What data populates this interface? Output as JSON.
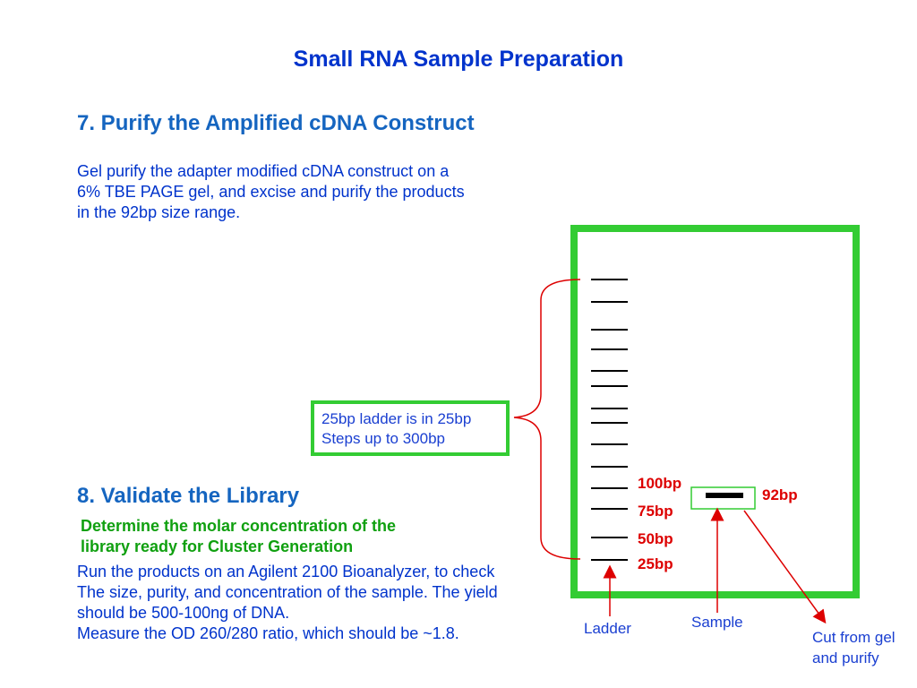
{
  "title": "Small RNA Sample Preparation",
  "step7": {
    "heading": "7. Purify the Amplified cDNA Construct",
    "lines": [
      "Gel purify the adapter modified cDNA construct on a",
      "6% TBE PAGE gel, and excise and purify the products",
      "in the 92bp size range."
    ]
  },
  "note": {
    "lines": [
      "25bp ladder is in 25bp",
      "Steps up to 300bp"
    ]
  },
  "step8": {
    "heading": "8. Validate the Library",
    "green_lines": [
      "Determine the molar concentration of the",
      "library ready for Cluster Generation"
    ],
    "blue_lines": [
      "Run the products on an Agilent 2100 Bioanalyzer, to check",
      "The size, purity, and concentration of the sample. The yield",
      "should be 500-100ng of DNA.",
      "Measure the OD 260/280 ratio, which should be ~1.8."
    ]
  },
  "gel": {
    "ladder_labels": [
      "100bp",
      "75bp",
      "50bp",
      "25bp"
    ],
    "sample_label": "92bp",
    "captions": {
      "ladder": "Ladder",
      "sample": "Sample",
      "cut": [
        "Cut from gel",
        "and purify"
      ]
    }
  },
  "colors": {
    "title_blue": "#0033cc",
    "heading_blue": "#1565c0",
    "green": "#33cc33",
    "red": "#dd0000",
    "black": "#000000"
  }
}
